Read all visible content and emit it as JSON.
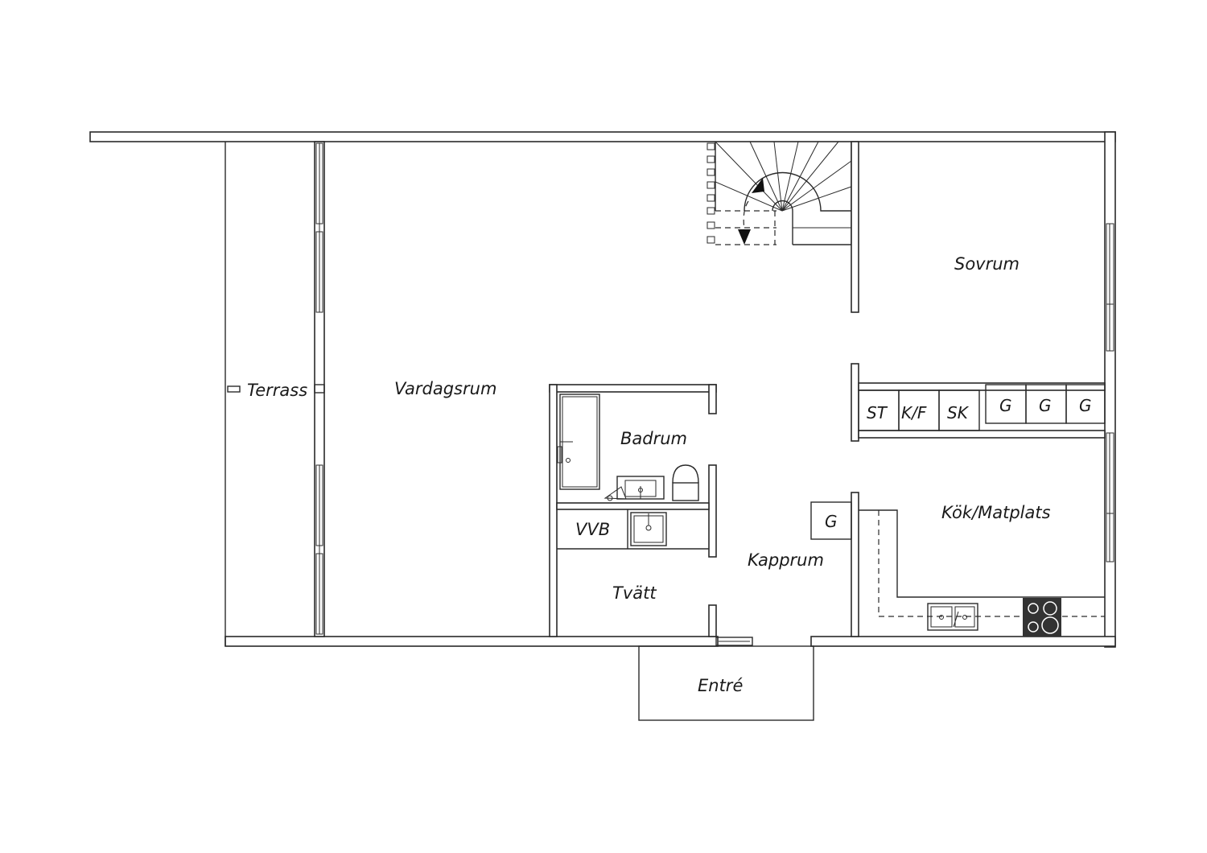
{
  "rooms": {
    "terrass": "Terrass",
    "vardagsrum": "Vardagsrum",
    "sovrum": "Sovrum",
    "badrum": "Badrum",
    "vvb": "VVB",
    "tvatt": "Tvätt",
    "kapprum": "Kapprum",
    "kok": "Kök/Matplats",
    "entre": "Entré"
  },
  "closets": {
    "st": "ST",
    "kf": "K/F",
    "sk": "SK",
    "g1": "G",
    "g2": "G",
    "g3": "G",
    "g_hall": "G"
  },
  "colors": {
    "line": "#2a2a2a",
    "background": "#ffffff",
    "stove": "#333333"
  }
}
